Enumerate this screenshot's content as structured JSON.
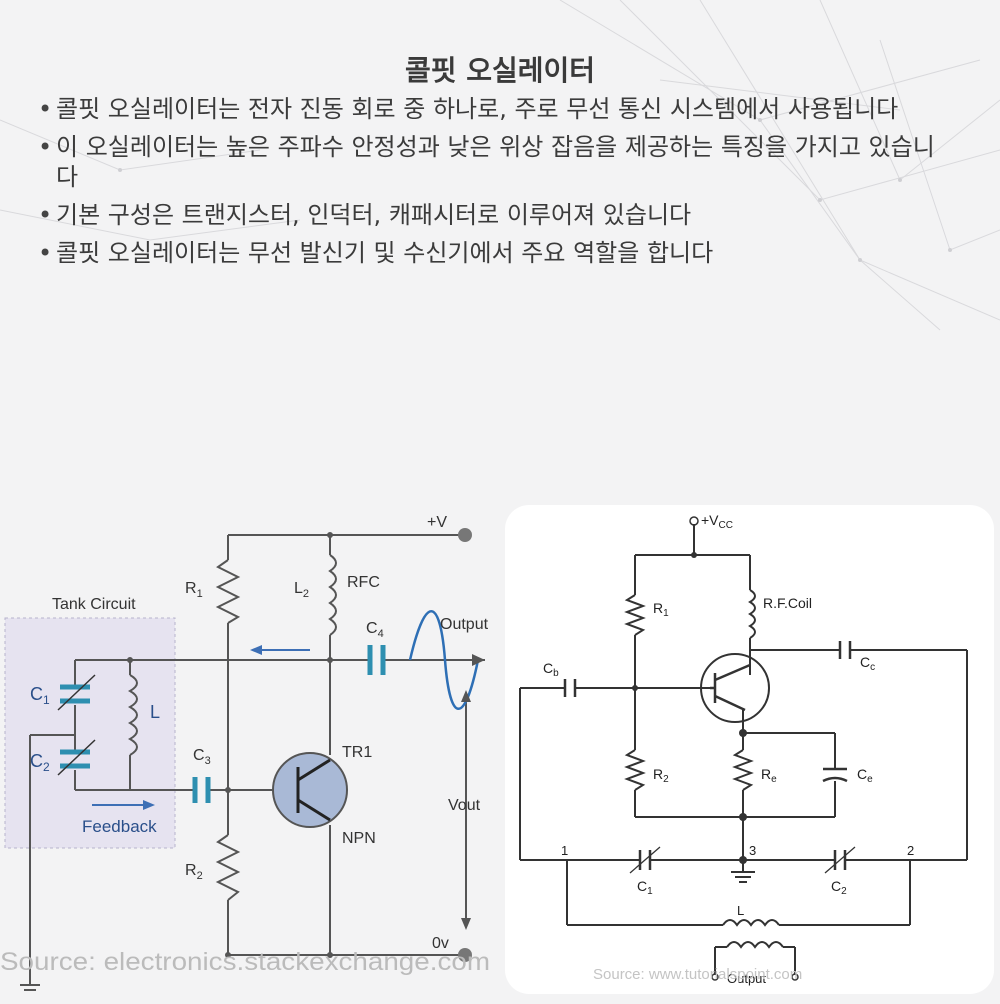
{
  "slide": {
    "title": "콜핏 오실레이터",
    "bullets": [
      "콜핏 오실레이터는 전자 진동 회로 중 하나로, 주로 무선 통신 시스템에서 사용됩니다",
      "이 오실레이터는 높은 주파수 안정성과 낮은 위상 잡음을 제공하는 특징을 가지고 있습니다",
      "기본 구성은 트랜지스터, 인덕터, 캐패시터로 이루어져 있습니다",
      "콜핏 오실레이터는 무선 발신기 및 수신기에서 주요 역할을 합니다"
    ]
  },
  "left_diagram": {
    "supply": "+V",
    "ground": "0v",
    "tank_label": "Tank Circuit",
    "c1": "C",
    "c1_sub": "1",
    "c2": "C",
    "c2_sub": "2",
    "l": "L",
    "feedback": "Feedback",
    "r1": "R",
    "r1_sub": "1",
    "r2": "R",
    "r2_sub": "2",
    "l2": "L",
    "l2_sub": "2",
    "rfc": "RFC",
    "c3": "C",
    "c3_sub": "3",
    "c4": "C",
    "c4_sub": "4",
    "output": "Output",
    "tr1": "TR1",
    "npn": "NPN",
    "vout": "Vout",
    "source": "Source: electronics.stackexchange.com",
    "colors": {
      "tank_bg": "#e6e3f0",
      "transistor": "#a9b9d6",
      "arrow": "#3d6fb5",
      "cap": "#2e8fb0"
    }
  },
  "right_diagram": {
    "vcc": "+V",
    "vcc_sub": "CC",
    "r1": "R",
    "r1_sub": "1",
    "rf_coil": "R.F.Coil",
    "cc": "C",
    "cc_sub": "c",
    "cb": "C",
    "cb_sub": "b",
    "r2": "R",
    "r2_sub": "2",
    "re": "R",
    "re_sub": "e",
    "ce": "C",
    "ce_sub": "e",
    "c1": "C",
    "c1_sub": "1",
    "c2": "C",
    "c2_sub": "2",
    "node1": "1",
    "node2": "2",
    "node3": "3",
    "l": "L",
    "output": "Output",
    "source": "Source: www.tutorialspoint.com"
  }
}
